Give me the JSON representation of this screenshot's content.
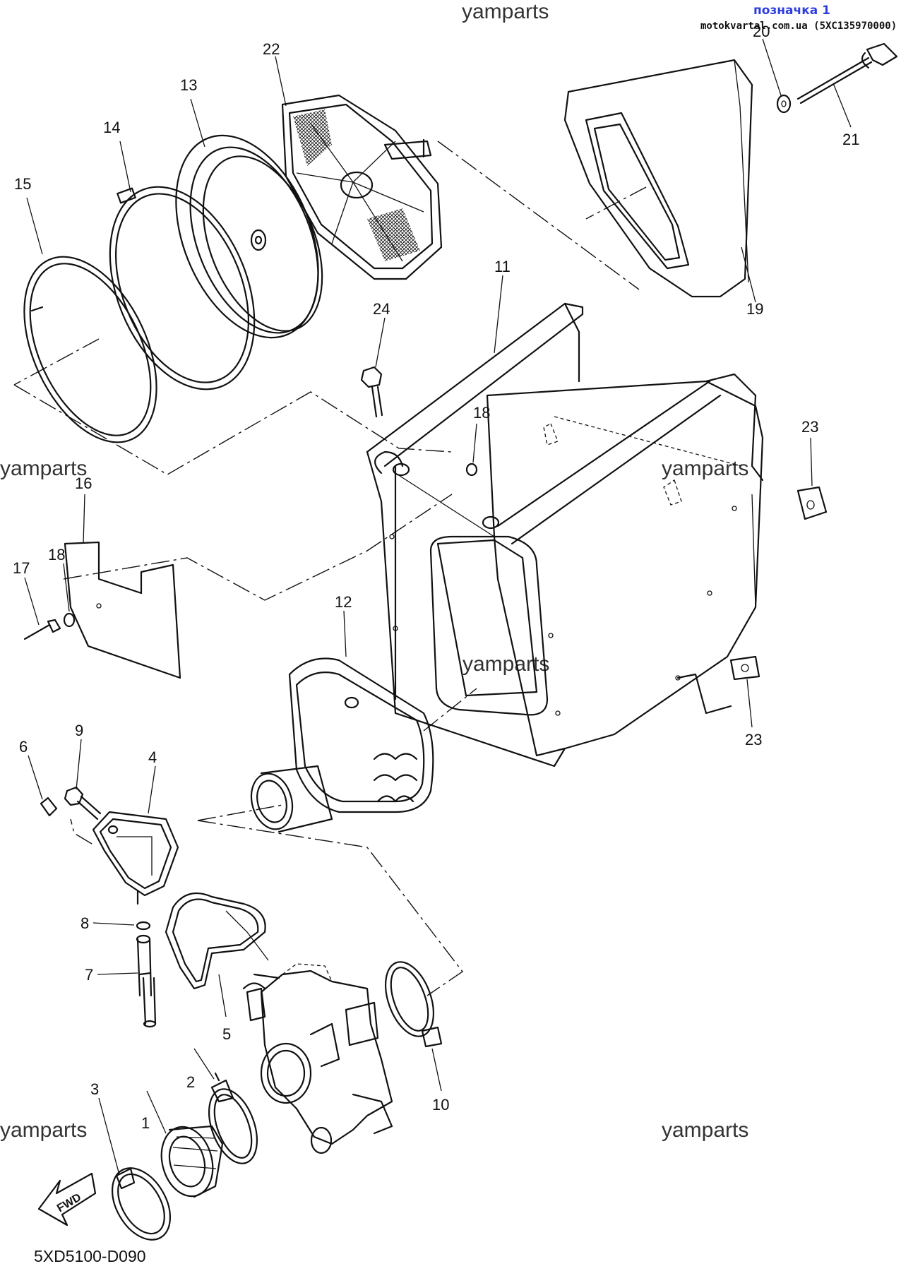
{
  "header": {
    "tag": "позначка 1",
    "source": "motokvartal.com.ua (5XC135970000)"
  },
  "watermarks": {
    "top": "yamparts",
    "left_upper": "yamparts",
    "right_upper": "yamparts",
    "center": "yamparts",
    "left_lower": "yamparts",
    "right_lower": "yamparts"
  },
  "callouts": [
    "1",
    "2",
    "3",
    "4",
    "5",
    "6",
    "7",
    "8",
    "9",
    "10",
    "11",
    "12",
    "13",
    "14",
    "15",
    "16",
    "17",
    "18",
    "18",
    "19",
    "20",
    "21",
    "22",
    "23",
    "23",
    "24"
  ],
  "diagram_code": "5XD5100-D090",
  "fwd_label": "FWD"
}
